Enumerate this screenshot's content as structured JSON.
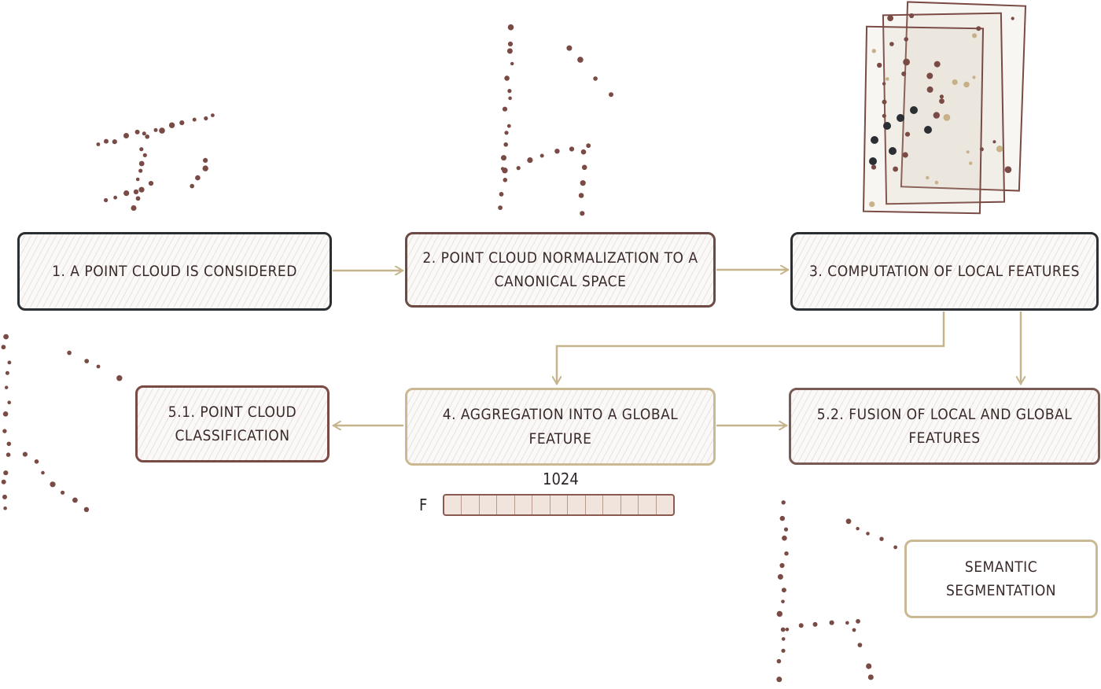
{
  "steps": {
    "step1": "1. A point cloud is considered",
    "step2": "2. Point cloud normalization to a canonical space",
    "step3": "3. Computation of local features",
    "step4": "4. Aggregation into a global feature",
    "step51": "5.1. Point cloud classification",
    "step52": "5.2. Fusion of local and global features",
    "segmentation": "Semantic segmentation"
  },
  "feature_vector": {
    "label": "F",
    "dimension": "1024",
    "cells": 13
  },
  "colors": {
    "dark": "#2b2f33",
    "brown": "#6e4a45",
    "tan": "#c6b48c",
    "point": "#7a4a45",
    "point_tan": "#c8b088"
  }
}
